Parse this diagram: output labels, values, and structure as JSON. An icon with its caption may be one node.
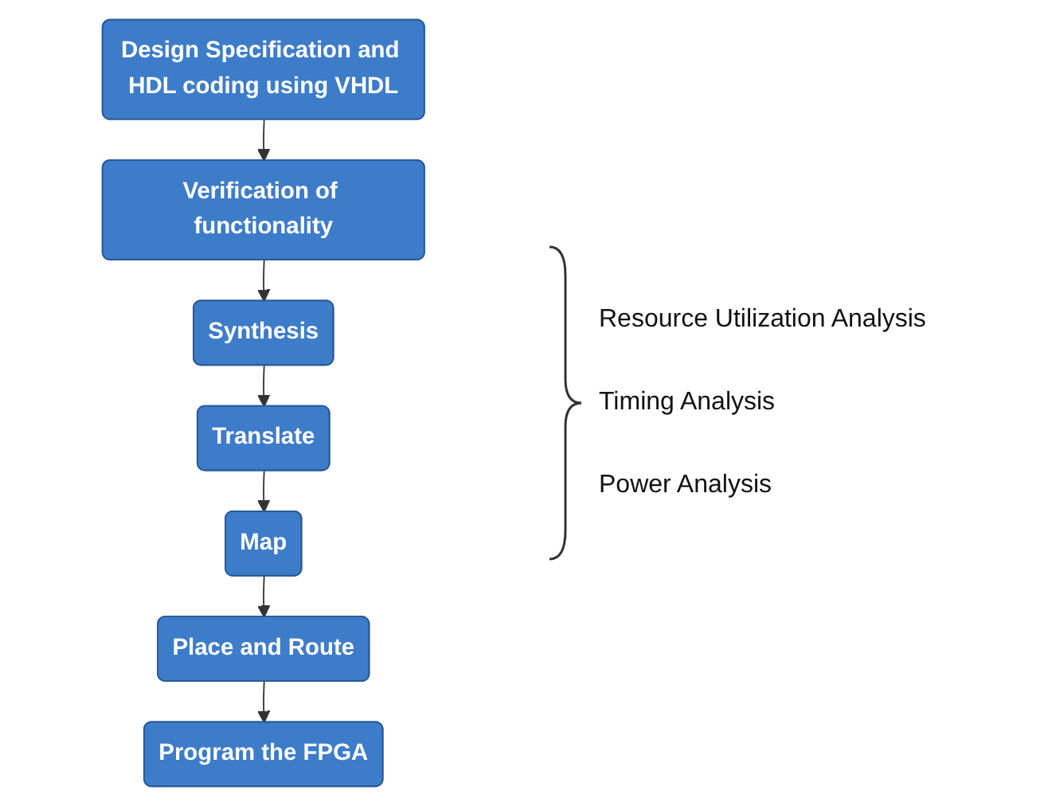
{
  "diagram": {
    "nodes": [
      {
        "text": [
          "Design Specification and HDL coding using VHDL"
        ]
      },
      {
        "text": [
          "Verification of functionality"
        ]
      },
      {
        "text": [
          "Synthesis"
        ]
      },
      {
        "text": [
          "Translate"
        ]
      },
      {
        "text": [
          "Map"
        ]
      },
      {
        "text": [
          "Place and Route"
        ]
      },
      {
        "text": [
          "Program the FPGA"
        ]
      }
    ],
    "edges": [
      {
        "from": 0,
        "to": 1,
        "arrow": "to"
      },
      {
        "from": 1,
        "to": 2,
        "arrow": "to"
      },
      {
        "from": 2,
        "to": 3,
        "arrow": "to"
      },
      {
        "from": 3,
        "to": 4,
        "arrow": "to"
      },
      {
        "from": 4,
        "to": 5,
        "arrow": "to"
      },
      {
        "from": 5,
        "to": 6,
        "arrow": "to"
      }
    ],
    "labels": [
      "Resource Utilization Analysis",
      "Timing Analysis",
      "Power Analysis"
    ]
  }
}
